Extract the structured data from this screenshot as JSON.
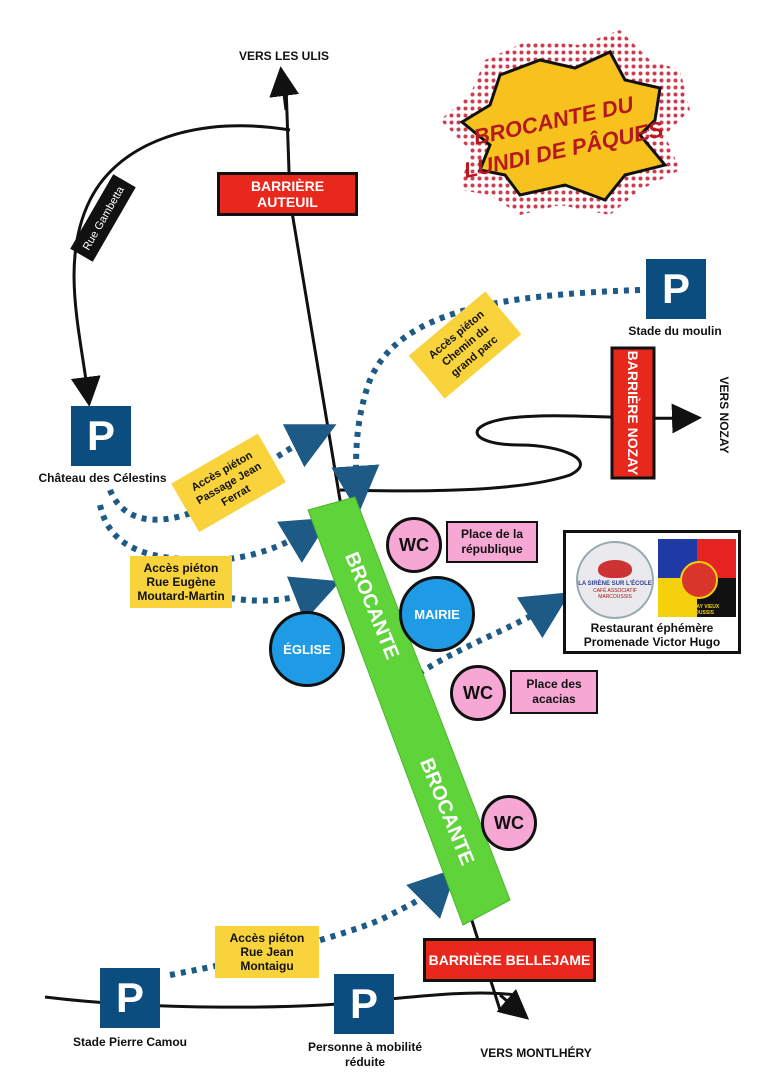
{
  "title": {
    "line1": "BROCANTE DU",
    "line2": "LUNDI DE PÂQUES"
  },
  "directions": {
    "les_ulis": "VERS LES ULIS",
    "nozay": "VERS NOZAY",
    "montlhery": "VERS MONTLHÉRY"
  },
  "barriers": {
    "auteuil": "BARRIÈRE AUTEUIL",
    "nozay": "BARRIÈRE NOZAY",
    "bellejame": "BARRIÈRE BELLEJAME"
  },
  "streets": {
    "gambetta": "Rue Gambetta"
  },
  "parkings": {
    "symbol": "P",
    "celestins": "Château des Célestins",
    "moulin": "Stade du moulin",
    "camou": "Stade Pierre Camou",
    "pmr_line1": "Personne à mobilité",
    "pmr_line2": "réduite"
  },
  "pedestrian_access": {
    "chemin": [
      "Accès piéton",
      "Chemin du",
      "grand parc"
    ],
    "jean_ferrat": [
      "Accès piéton",
      "Passage Jean",
      "Ferrat"
    ],
    "moutard": [
      "Accès piéton",
      "Rue Eugène",
      "Moutard-Martin"
    ],
    "montaigu": [
      "Accès piéton",
      "Rue Jean",
      "Montaigu"
    ]
  },
  "brocante": {
    "label_top": "BROCANTE",
    "label_bottom": "BROCANTE",
    "color": "#5fd43a"
  },
  "wc": {
    "label": "WC",
    "republique": [
      "Place de la",
      "république"
    ],
    "acacias": [
      "Place des",
      "acacias"
    ]
  },
  "landmarks": {
    "mairie": "MAIRIE",
    "eglise": "ÉGLISE"
  },
  "restaurant": {
    "line1": "Restaurant éphémère",
    "line2": "Promenade Victor Hugo",
    "logo1_text": "LA SIRÈNE SUR L'ÉCOLE",
    "logo1_sub1": "CAFÉ ASSOCIATIF",
    "logo1_sub2": "MARCOUSSIS",
    "logo2_text": "A.S. NOZAY VIEUX MARCOUSSIS"
  },
  "colors": {
    "barrier": "#e8281c",
    "parking": "#0c4d7f",
    "access": "#f9d33b",
    "wc": "#f6a7d3",
    "landmark": "#1f9be5",
    "dotted_path": "#1d5a86",
    "title_burst": "#f7c21e",
    "title_text": "#b5181d"
  }
}
